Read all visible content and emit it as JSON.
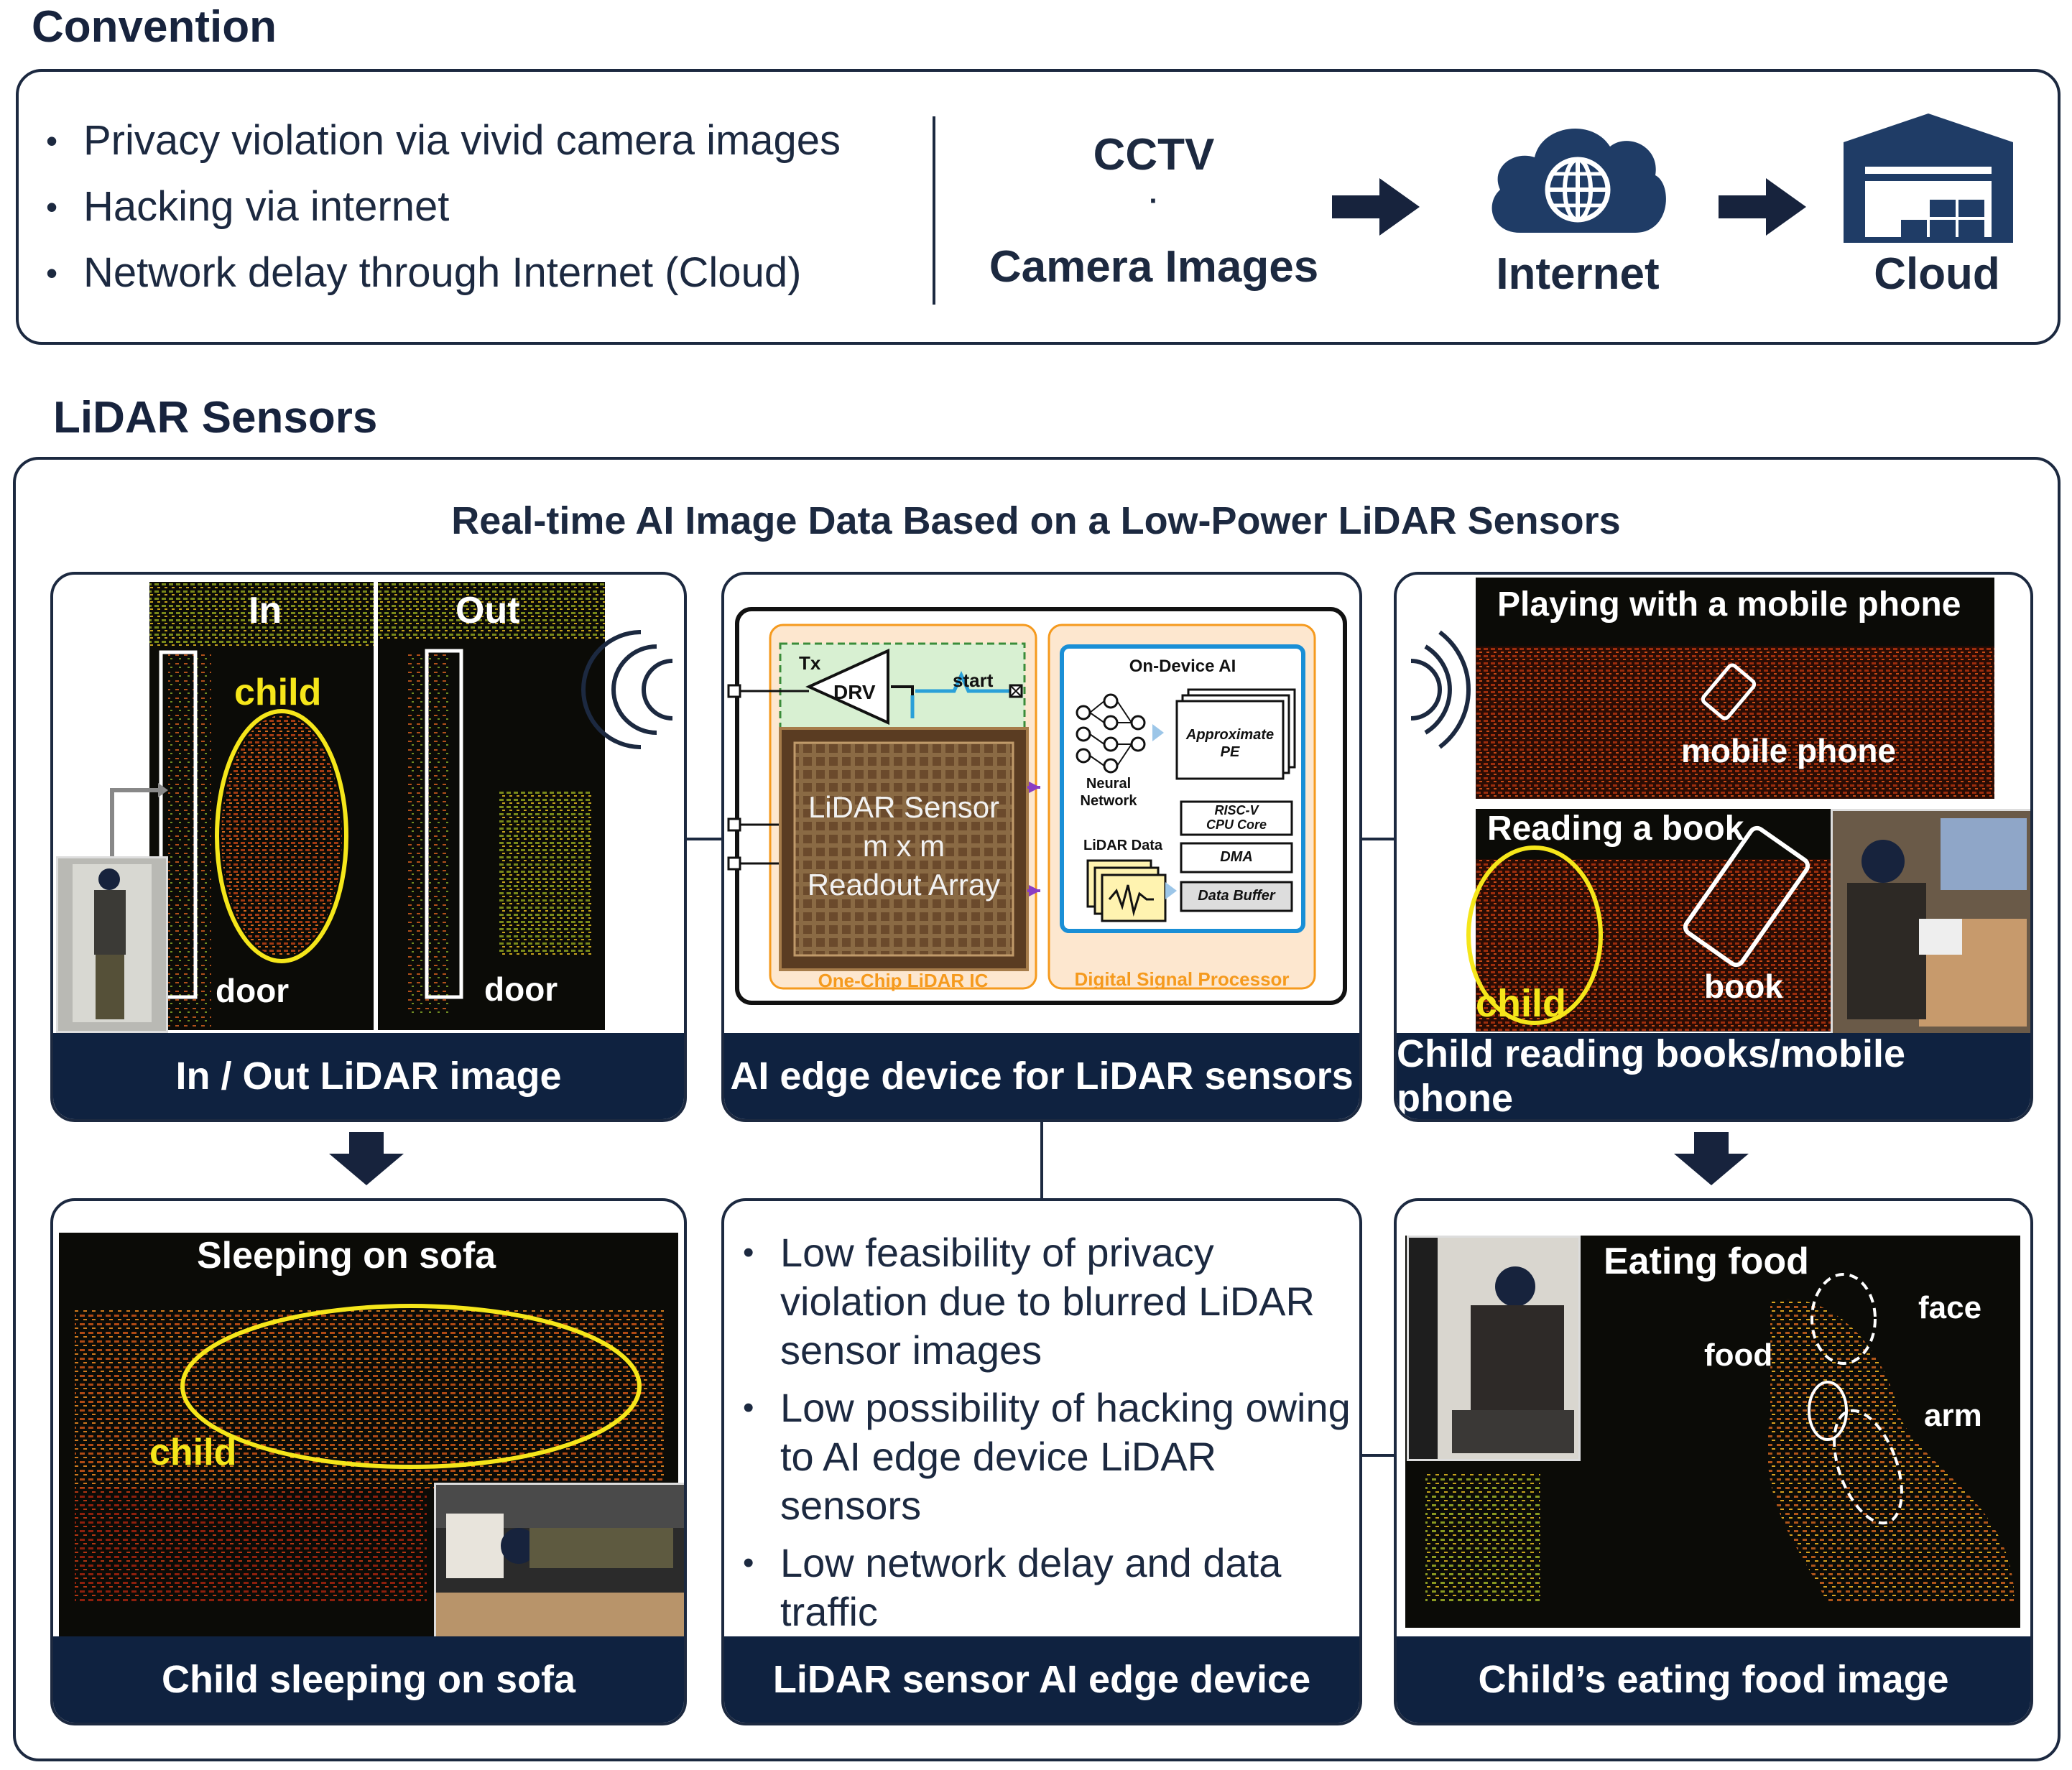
{
  "convention": {
    "title": "Convention",
    "bullets": [
      "Privacy violation via vivid camera images",
      "Hacking via internet",
      "Network delay through Internet (Cloud)"
    ],
    "flow": {
      "cctv_line1": "CCTV",
      "cctv_dot": "·",
      "cctv_line2": "Camera Images",
      "internet": "Internet",
      "cloud": "Cloud"
    }
  },
  "lidar": {
    "title": "LiDAR Sensors",
    "subtitle": "Real-time AI Image Data Based on a Low-Power LiDAR Sensors",
    "panels": {
      "inout": {
        "caption": "In / Out LiDAR image",
        "label_in": "In",
        "label_out": "Out",
        "label_child": "child",
        "label_door_in": "door",
        "label_door_out": "door"
      },
      "edge_chip": {
        "caption": "AI edge device for LiDAR sensors",
        "tx": "Tx",
        "drv": "DRV",
        "start": "start",
        "sensor_line1": "LiDAR Sensor",
        "sensor_line2": "m x m",
        "sensor_line3": "Readout Array",
        "chip_name": "One-Chip LiDAR IC",
        "ondevice": "On-Device AI",
        "neural1": "Neural",
        "neural2": "Network",
        "approx1": "Approximate",
        "approx2": "PE",
        "riscv1": "RISC-V",
        "riscv2": "CPU Core",
        "lidar_data": "LiDAR Data",
        "dma": "DMA",
        "data_buffer": "Data Buffer",
        "dsp": "Digital Signal Processor"
      },
      "reading": {
        "caption": "Child reading books/mobile phone",
        "top_title": "Playing with a mobile phone",
        "top_label": "mobile phone",
        "bottom_title": "Reading a book",
        "label_child": "child",
        "label_book": "book"
      },
      "sleeping": {
        "caption": "Child sleeping on sofa",
        "title": "Sleeping on sofa",
        "label_child": "child"
      },
      "advantages": {
        "caption": "LiDAR sensor AI edge device",
        "bullets": [
          "Low feasibility of privacy violation due to blurred LiDAR sensor images",
          "Low possibility of hacking owing to AI edge device LiDAR sensors",
          "Low network delay and data traffic"
        ]
      },
      "eating": {
        "caption": "Child’s eating food image",
        "title": "Eating food",
        "label_face": "face",
        "label_food": "food",
        "label_arm": "arm"
      }
    }
  },
  "colors": {
    "navy": "#0f2240",
    "outline": "#1c2940",
    "highlight": "#f5e61a",
    "chip_orange": "#f59a1e",
    "dsp_blue": "#1a8fd6"
  }
}
